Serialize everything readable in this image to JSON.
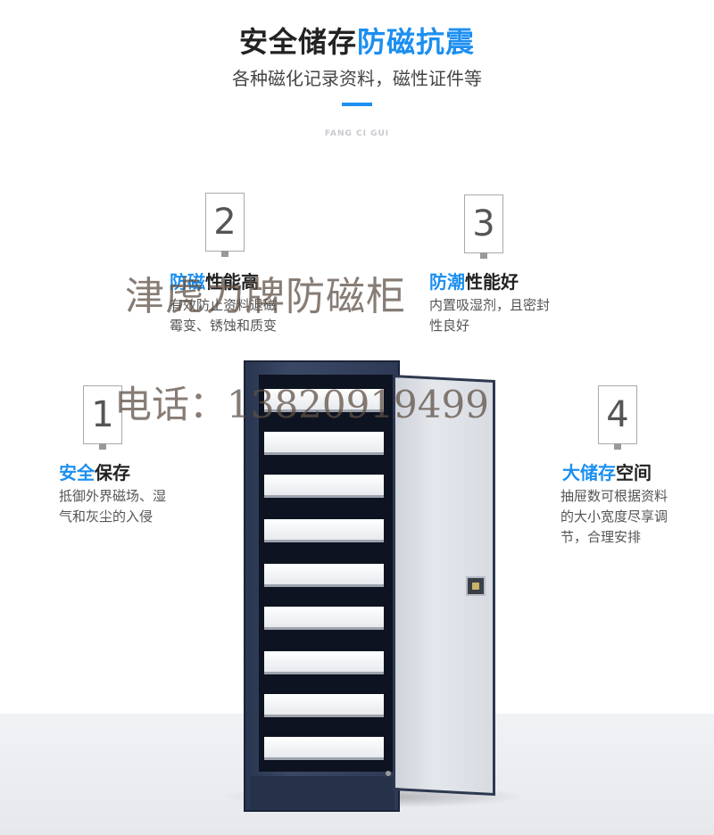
{
  "header": {
    "title_part1": "安全储存",
    "title_part2": "防磁抗震",
    "subtitle": "各种磁化记录资料，磁性证件等",
    "pinyin": "FANG CI GUI"
  },
  "features": [
    {
      "number": "1",
      "title_blue": "安全",
      "title_dark": "保存",
      "desc_line1": "抵御外界磁场、湿",
      "desc_line2": "气和灰尘的入侵"
    },
    {
      "number": "2",
      "title_blue": "防磁",
      "title_dark": "性能高",
      "desc_line1": "有效防止资料退磁",
      "desc_line2": "霉变、锈蚀和质变"
    },
    {
      "number": "3",
      "title_blue": "防潮",
      "title_dark": "性能好",
      "desc_line1": "内置吸湿剂，且密封",
      "desc_line2": "性良好"
    },
    {
      "number": "4",
      "title_blue": "大储存",
      "title_dark": "空间",
      "desc_line1": "抽屉数可根据资料",
      "desc_line2": "的大小宽度尽享调",
      "desc_line3": "节，合理安排"
    }
  ],
  "watermark": {
    "brand": "津虎力牌防磁柜",
    "phone": "电话：13820919499"
  },
  "colors": {
    "accent": "#1c8ff0",
    "cabinet": "#2e3a55"
  }
}
